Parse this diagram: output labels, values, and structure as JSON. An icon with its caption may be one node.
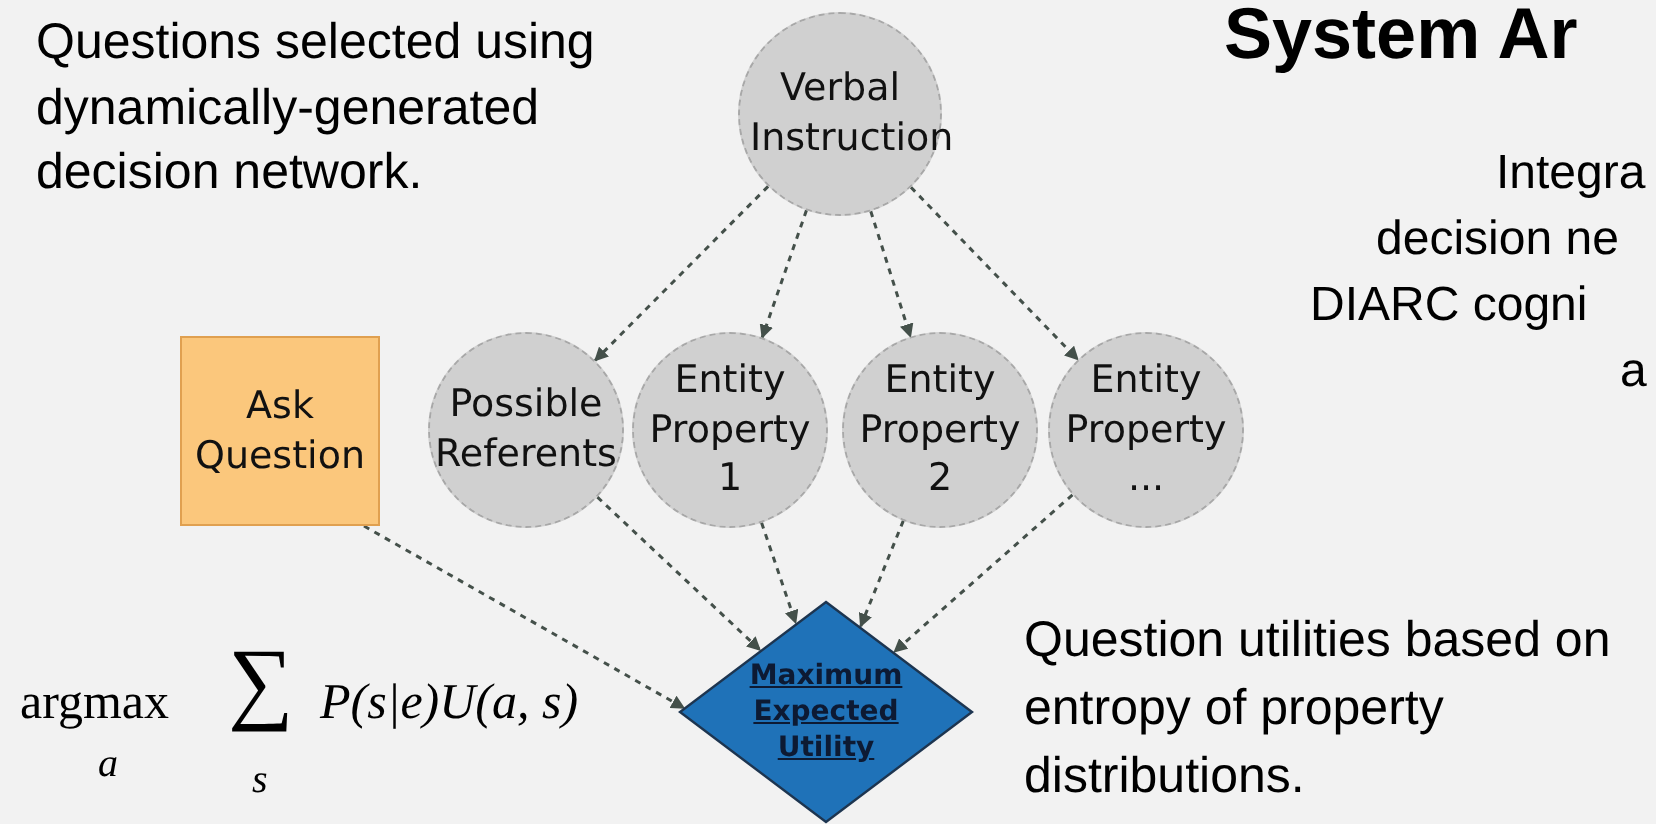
{
  "diagram": {
    "title": "System Ar",
    "nodes": [
      {
        "text": [
          "Verbal Instruction"
        ]
      },
      {
        "text": [
          "Ask Question"
        ]
      },
      {
        "text": [
          "Possible Referents"
        ]
      },
      {
        "text": [
          "Entity Property 1"
        ]
      },
      {
        "text": [
          "Entity Property 2"
        ]
      },
      {
        "text": [
          "Entity Property ..."
        ]
      },
      {
        "text": [
          "Maximum Expected Utility"
        ]
      }
    ],
    "edges": [
      {
        "from": 0,
        "to": 2,
        "arrow": "to",
        "style": "dashed"
      },
      {
        "from": 0,
        "to": 3,
        "arrow": "to",
        "style": "dashed"
      },
      {
        "from": 0,
        "to": 4,
        "arrow": "to",
        "style": "dashed"
      },
      {
        "from": 0,
        "to": 5,
        "arrow": "to",
        "style": "dashed"
      },
      {
        "from": 1,
        "to": 6,
        "arrow": "to",
        "style": "dashed"
      },
      {
        "from": 2,
        "to": 6,
        "arrow": "to",
        "style": "dashed"
      },
      {
        "from": 3,
        "to": 6,
        "arrow": "to",
        "style": "dashed"
      },
      {
        "from": 4,
        "to": 6,
        "arrow": "to",
        "style": "dashed"
      },
      {
        "from": 5,
        "to": 6,
        "arrow": "to",
        "style": "dashed"
      }
    ],
    "labels": [
      "Questions selected using dynamically-generated decision network.",
      "Integra",
      "decision ne",
      "DIARC cogni",
      "a",
      "argmax",
      "a",
      "∑",
      "s",
      "P(s|e)U(a, s)",
      "Question utilities based on entropy of property distributions."
    ]
  }
}
